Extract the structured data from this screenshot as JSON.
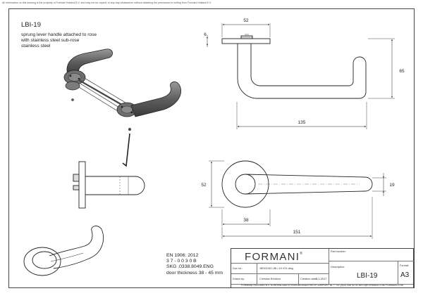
{
  "notice": "All information on this drawing is the property of Formani Holland B.V. and may not be copied, in any way whatsoever without obtaining the permission in writing from Formani Holland B.V.",
  "title": "LBI-19",
  "description": [
    "sprung lever handle attached to rose",
    "with stainless steel sub-rose",
    "stainless steel"
  ],
  "dimensions": {
    "rose_width": "52",
    "rose_thickness": "6",
    "height": "65",
    "length": "135",
    "rose_diameter": "52",
    "grip_diameter": "19",
    "rose_offset": "38",
    "total_length": "151"
  },
  "specs": [
    "EN 1906: 2012",
    "3 7 - 0 0 3 0 B",
    "SKG .0338.8049.ENG",
    "door thickness 38 - 45 mm"
  ],
  "title_block": {
    "logo": "FORMANI",
    "logo_mark": "®",
    "part_number_label": "Part number:",
    "doc_label": "Doc no.:",
    "doc_value": "1801D140 LBI-I 19 V01.dwg",
    "drawn_label": "Drawn by:",
    "drawn_value": "Christian Brinkers",
    "creation_label": "Creation date:",
    "creation_value": "3-1-2017",
    "description_label": "Description:",
    "description_value": "LBI-19",
    "format_label": "Format:",
    "format_value": "A3",
    "footer": "FORMANI HOLLAND B.V.   EUROPALAAN 12   5106 AB MAASTRICHT-AIRPORT  NL   T +31 (0)43 308 90 00   INFO@FORMANI.COM   FORMANI.COM"
  }
}
